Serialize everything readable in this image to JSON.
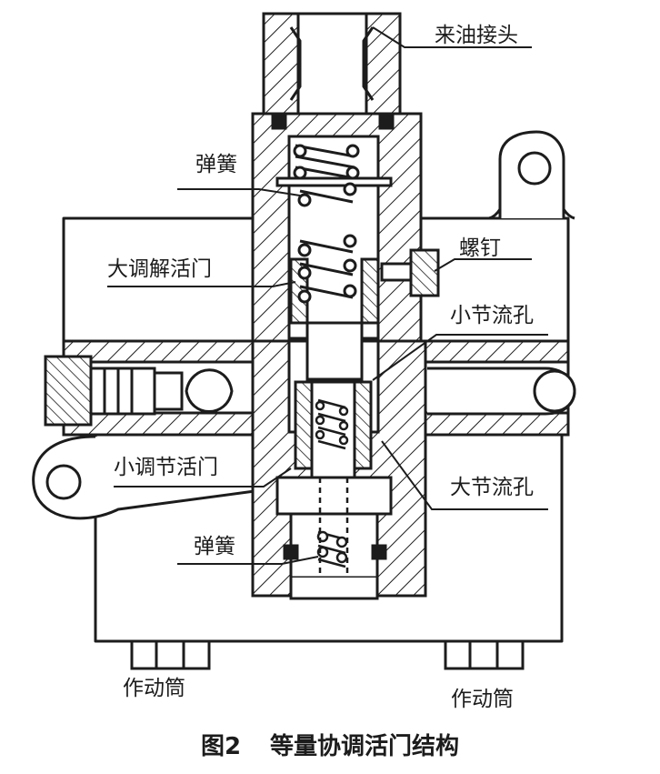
{
  "labels": {
    "oil_inlet_fitting": "来油接头",
    "spring_top": "弹簧",
    "screw": "螺钉",
    "large_adjust_valve": "大调解活门",
    "small_orifice": "小节流孔",
    "small_adjust_valve": "小调节活门",
    "large_orifice": "大节流孔",
    "spring_bottom": "弹簧",
    "actuator_left": "作动筒",
    "actuator_right": "作动筒"
  },
  "caption": {
    "number": "图2",
    "title": "等量协调活门结构"
  },
  "colors": {
    "ink": "#1c1c1c",
    "background": "#ffffff"
  }
}
